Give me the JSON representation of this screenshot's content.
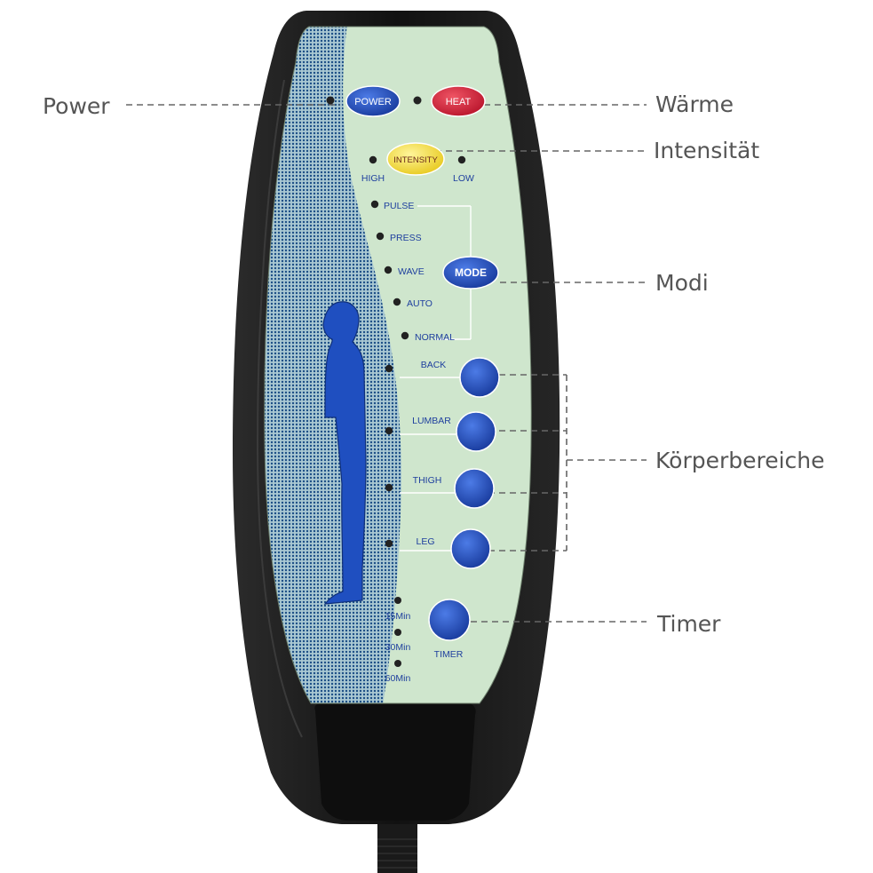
{
  "callouts": {
    "power": "Power",
    "heat": "Wärme",
    "intensity": "Intensität",
    "mode": "Modi",
    "body_zones": "Körperbereiche",
    "timer": "Timer"
  },
  "remote": {
    "buttons": {
      "power": "POWER",
      "heat": "HEAT",
      "intensity": "INTENSITY",
      "mode": "MODE"
    },
    "intensity_levels": {
      "high": "HIGH",
      "low": "LOW"
    },
    "modes": [
      "PULSE",
      "PRESS",
      "WAVE",
      "AUTO",
      "NORMAL"
    ],
    "zones": [
      "BACK",
      "LUMBAR",
      "THIGH",
      "LEG"
    ],
    "timer": {
      "label": "TIMER",
      "options": [
        "15Min",
        "30Min",
        "60Min"
      ]
    }
  },
  "colors": {
    "shell": "#1a1a1a",
    "panel": "#cfe6cd",
    "power_button": "#1d49b4",
    "heat_button": "#d6203a",
    "intensity_button": "#f4e23c",
    "round_buttons": "#1f50c4",
    "body_figure": "#1f4fc0",
    "callout_line": "#666666"
  }
}
